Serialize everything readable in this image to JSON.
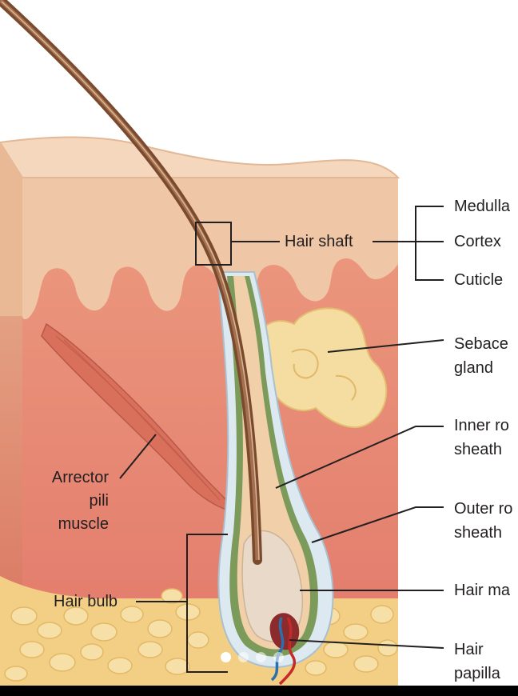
{
  "labels": {
    "hair_shaft": "Hair shaft",
    "medulla": "Medulla",
    "cortex": "Cortex",
    "cuticle": "Cuticle",
    "sebaceous_line1": "Sebace",
    "sebaceous_line2": "gland",
    "inner_root_line1": "Inner ro",
    "inner_root_line2": "sheath",
    "outer_root_line1": "Outer ro",
    "outer_root_line2": "sheath",
    "hair_matrix": "Hair ma",
    "hair_papilla_line1": "Hair",
    "hair_papilla_line2": "papilla",
    "arrector_line1": "Arrector",
    "arrector_line2": "pili",
    "arrector_line3": "muscle",
    "hair_bulb": "Hair bulb"
  },
  "carousel": {
    "page_count": 4,
    "active_index": 0
  },
  "colors": {
    "epidermis": "#f0c9a8",
    "epidermis_top": "#f4d6bc",
    "dermis": "#e88a72",
    "dermis_dark": "#d9705c",
    "fat": "#f3d38a",
    "hair": "#8a5a3a",
    "sebaceous": "#f5dca0",
    "inner_root_sheath": "#7c9a5a",
    "outer_root_sheath": "#d6e6f0",
    "muscle": "#d9705c"
  }
}
